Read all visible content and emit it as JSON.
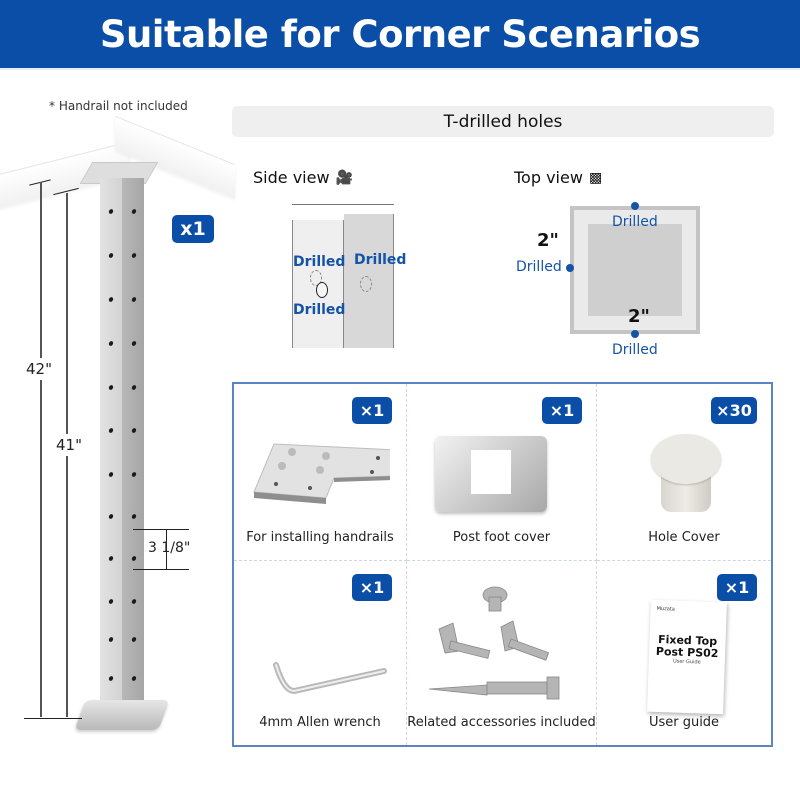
{
  "banner": {
    "title": "Suitable for Corner Scenarios",
    "bg_color": "#0a4ea8"
  },
  "note": "* Handrail not included",
  "post": {
    "quantity": "x1",
    "dimensions": {
      "overall_height": "42\"",
      "post_height": "41\"",
      "hole_spacing": "3 1/8\""
    }
  },
  "drilled_section": {
    "title": "T-drilled holes",
    "side_view": {
      "label": "Side view",
      "icon": "camera-icon",
      "drilled_labels": [
        "Drilled",
        "Drilled",
        "Drilled"
      ]
    },
    "top_view": {
      "label": "Top view",
      "icon": "camera-top-icon",
      "width": "2\"",
      "depth": "2\"",
      "drilled_labels": [
        "Drilled",
        "Drilled",
        "Drilled"
      ]
    },
    "accent_color": "#1553a8"
  },
  "accessories": [
    {
      "label": "For installing handrails",
      "quantity": "×1",
      "icon": "top-plate-icon"
    },
    {
      "label": "Post foot cover",
      "quantity": "×1",
      "icon": "foot-cover-icon"
    },
    {
      "label": "Hole Cover",
      "quantity": "×30",
      "icon": "hole-cap-icon"
    },
    {
      "label": "4mm Allen wrench",
      "quantity": "×1",
      "icon": "allen-wrench-icon"
    },
    {
      "label": "Related accessories included",
      "quantity": null,
      "icon": "screws-icon"
    },
    {
      "label": "User guide",
      "quantity": "×1",
      "icon": "user-guide-icon"
    }
  ],
  "user_guide": {
    "brand": "Muzata",
    "title_line1": "Fixed Top",
    "title_line2": "Post PS02",
    "subtitle": "User Guide"
  },
  "grid_border_color": "#5b85c2"
}
